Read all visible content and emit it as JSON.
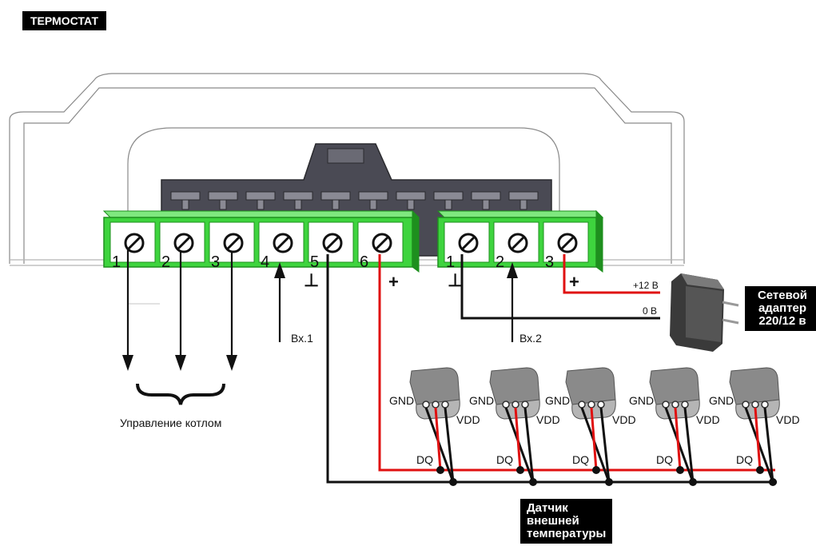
{
  "title": "ТЕРМОСТАТ",
  "block_main": {
    "terminals": [
      "1",
      "2",
      "3",
      "4",
      "5",
      "6"
    ],
    "ground_symbol": "⊥",
    "plus_symbol": "+"
  },
  "block_power": {
    "terminals": [
      "1",
      "2",
      "3"
    ],
    "ground_symbol": "⊥",
    "plus_symbol": "+"
  },
  "inputs": {
    "in1": "Вх.1",
    "in2": "Вх.2"
  },
  "boiler_control_label": "Управление котлом",
  "power": {
    "plus12": "+12 В",
    "zero": "0 В"
  },
  "adapter_label": "Сетевой\nадаптер\n220/12 в",
  "sensor_pins": {
    "gnd": "GND",
    "vdd": "VDD",
    "dq": "DQ"
  },
  "sensors": [
    {
      "id": 1
    },
    {
      "id": 2
    },
    {
      "id": 3
    },
    {
      "id": 4
    },
    {
      "id": 5
    }
  ],
  "sensor_label": "Датчик\nвнешней\nтемпературы",
  "colors": {
    "terminal_green": "#3ed43e",
    "terminal_green_dark": "#1e8f1e",
    "connector_gray": "#4a4a54",
    "wire_red": "#e01010",
    "wire_black": "#111111",
    "housing_line": "#8a8a8a"
  }
}
